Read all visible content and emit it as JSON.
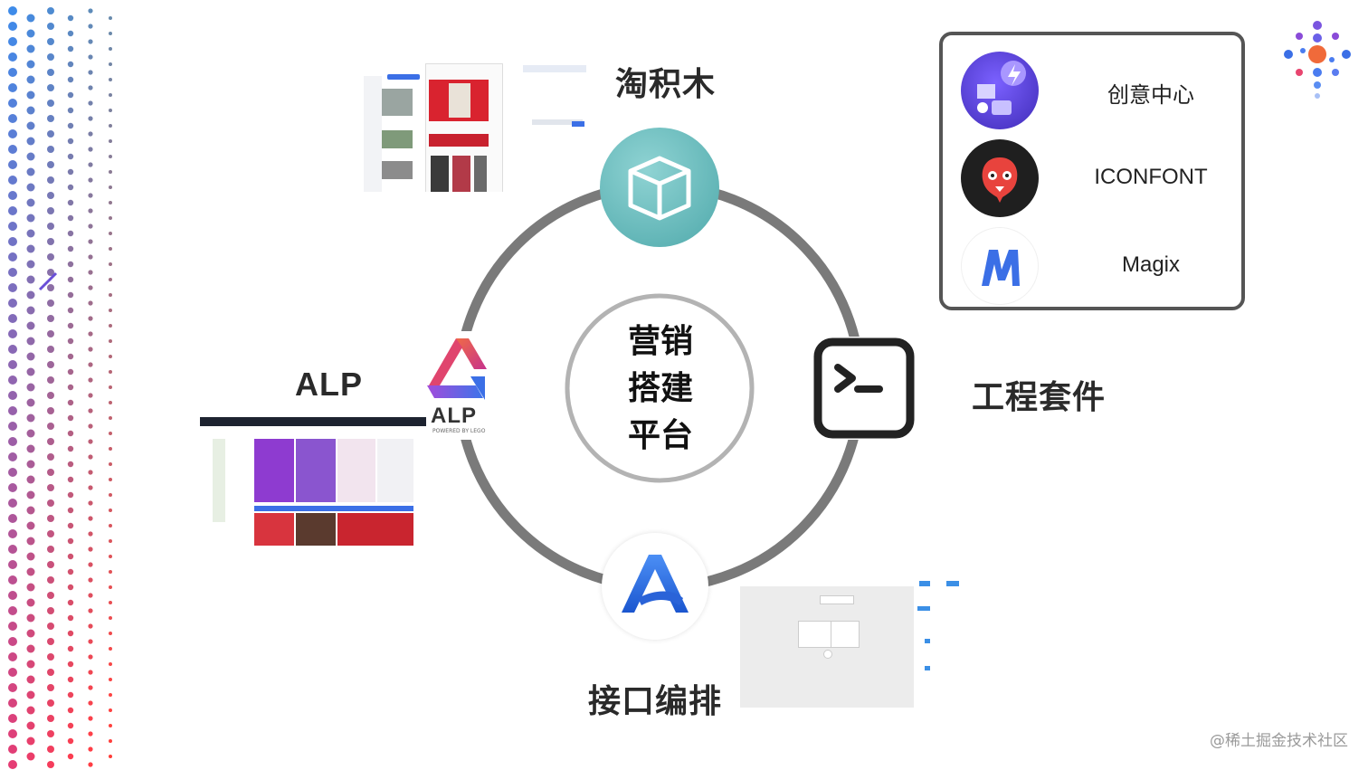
{
  "center": {
    "line1": "营销",
    "line2": "搭建",
    "line3": "平台"
  },
  "nodes": {
    "top_label": "淘积木",
    "left_label": "ALP",
    "right_label": "工程套件",
    "bottom_label": "接口编排"
  },
  "alp_logo": {
    "text": "ALP",
    "subtext": "POWERED BY LEGO"
  },
  "panel": {
    "items": [
      {
        "label": "创意中心",
        "icon": "idea-center-icon"
      },
      {
        "label": "ICONFONT",
        "icon": "iconfont-icon"
      },
      {
        "label": "Magix",
        "icon": "magix-icon"
      }
    ]
  },
  "watermark": "@稀土掘金技术社区",
  "colors": {
    "ring": "#7a7a7a",
    "teal": "#5fb7b8",
    "alp_pink": "#e8456f",
    "alp_purple": "#8a4bd8",
    "alp_blue": "#3b6fe6",
    "text": "#2a2a2a"
  }
}
